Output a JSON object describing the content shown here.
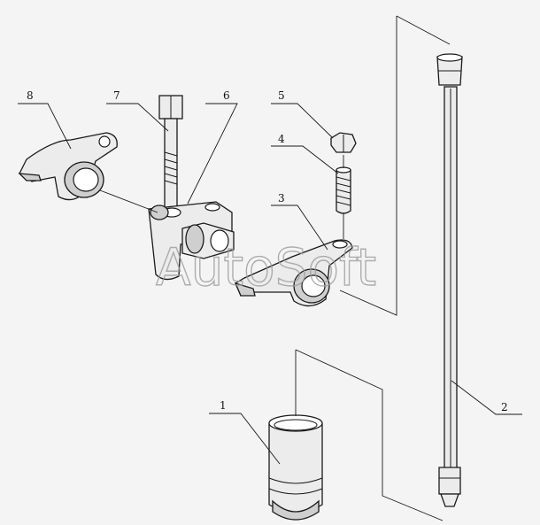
{
  "watermark": "AutoSoft",
  "callouts": [
    {
      "id": "1",
      "label": "1"
    },
    {
      "id": "2",
      "label": "2"
    },
    {
      "id": "3",
      "label": "3"
    },
    {
      "id": "4",
      "label": "4"
    },
    {
      "id": "5",
      "label": "5"
    },
    {
      "id": "6",
      "label": "6"
    },
    {
      "id": "7",
      "label": "7"
    },
    {
      "id": "8",
      "label": "8"
    }
  ],
  "colors": {
    "background": "#f4f4f4",
    "line": "#1a1a1a",
    "watermark": "#9c9c9c"
  }
}
